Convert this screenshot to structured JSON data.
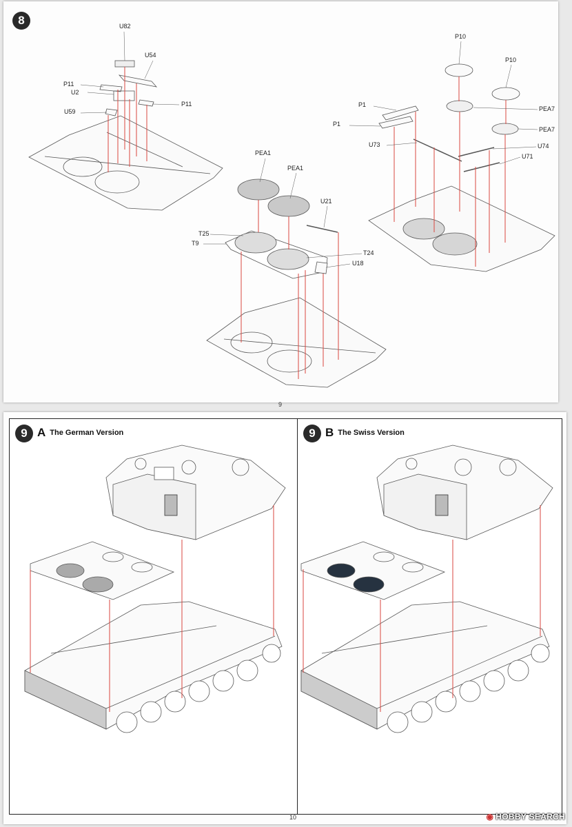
{
  "page9": {
    "step": "8",
    "page_number": "9",
    "labels": {
      "u82": "U82",
      "u54": "U54",
      "p11_left": "P11",
      "u2": "U2",
      "p11_right": "P11",
      "u59": "U59",
      "pea1_a": "PEA1",
      "pea1_b": "PEA1",
      "u21": "U21",
      "t25": "T25",
      "t9": "T9",
      "t24": "T24",
      "u18": "U18",
      "p10_a": "P10",
      "p10_b": "P10",
      "pea7_a": "PEA7",
      "pea7_b": "PEA7",
      "p1_a": "P1",
      "p1_b": "P1",
      "u73": "U73",
      "u74": "U74",
      "u71": "U71"
    }
  },
  "page10": {
    "page_number": "10",
    "variants": [
      {
        "step": "9",
        "letter": "A",
        "title": "The German Version"
      },
      {
        "step": "9",
        "letter": "B",
        "title": "The Swiss Version"
      }
    ]
  },
  "colors": {
    "arrow": "#d9463f",
    "outline": "#555555",
    "background": "#fdfdfd"
  },
  "watermark": {
    "text": "HOBBY SEARCH"
  }
}
